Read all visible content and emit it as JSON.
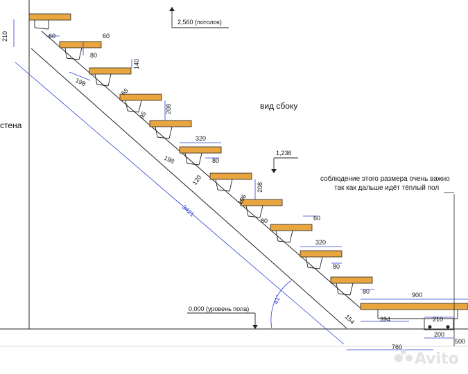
{
  "diagram": {
    "view_label": "вид сбоку",
    "wall_label": "стена",
    "ceiling_label": "2,560 (потолок)",
    "floor_label": "0,000 (уровень пола)",
    "level_mid_label": "1,236",
    "note_line1": "соблюдение этого размера очень важно",
    "note_line2": "так как дальше идёт тёплый пол",
    "stringer_length": "3421",
    "angle_label": "41°",
    "dims": {
      "top_210": "210",
      "d60": "60",
      "d80": "80",
      "d198": "198",
      "d140": "140",
      "d65": "65",
      "d208": "208",
      "d320": "320",
      "d120": "120",
      "d106": "106",
      "d900": "900",
      "d394": "394",
      "d210b": "210",
      "d200": "200",
      "d500": "500",
      "d760": "760",
      "d154": "154",
      "d95": "95"
    },
    "watermark": "Avito",
    "colors": {
      "tread": "#e8a540",
      "blue_dims": "#2b3fd6",
      "lines": "#222222"
    }
  }
}
